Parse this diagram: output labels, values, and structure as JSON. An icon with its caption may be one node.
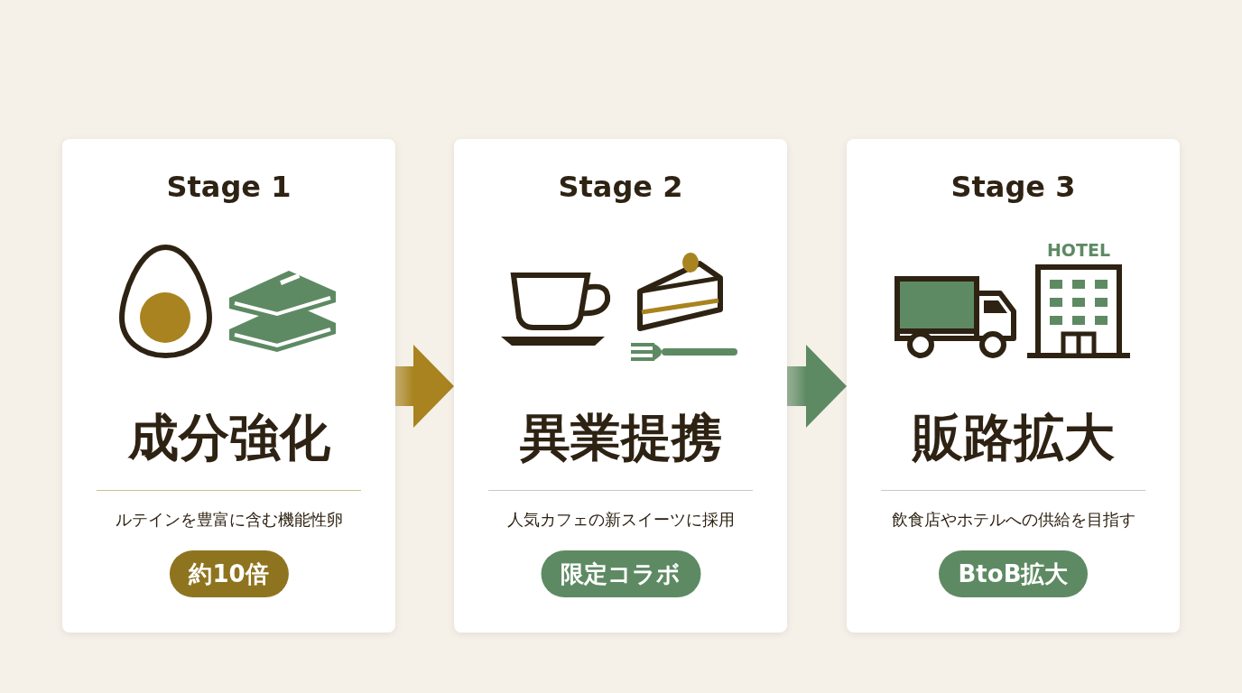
{
  "diagram": {
    "nodes": [
      {
        "text": [
          "Stage 1",
          "成分強化",
          "ルテインを豊富に含む機能性卵"
        ]
      },
      {
        "text": [
          "約10倍"
        ],
        "in": 0
      },
      {
        "text": [
          "Stage 2",
          "異業提携",
          "人気カフェの新スイーツに採用"
        ]
      },
      {
        "text": [
          "限定コラボ"
        ],
        "in": 2
      },
      {
        "text": [
          "Stage 3",
          "販路拡大",
          "飲食店やホテルへの供給を目指す"
        ]
      },
      {
        "text": [
          "BtoB拡大"
        ],
        "in": 4
      }
    ],
    "edges": [
      {
        "from": 0,
        "to": 2,
        "arrow": "to",
        "color": "#a8831f"
      },
      {
        "from": 2,
        "to": 4,
        "arrow": "to",
        "color": "#5e8a63"
      }
    ],
    "labels": [
      "HOTEL"
    ]
  }
}
